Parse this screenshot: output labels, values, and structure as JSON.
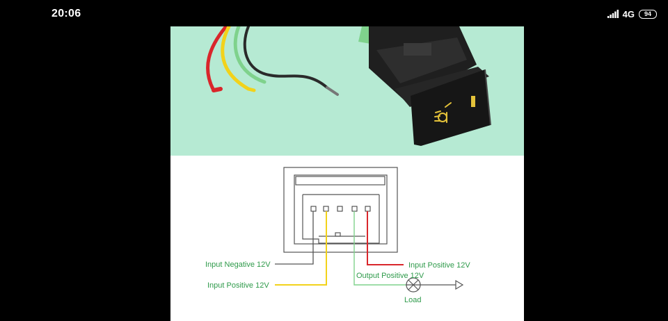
{
  "status_bar": {
    "time": "20:06",
    "network": "4G",
    "battery": "94"
  },
  "diagram": {
    "labels": {
      "input_negative": "Input Negative 12V",
      "input_positive_left": "Input Positive 12V",
      "input_positive_right": "Input Positive 12V",
      "output_positive": "Output Positive 12V",
      "load": "Load"
    },
    "colors": {
      "photo_background": "#b6ead3",
      "wire_red": "#d9262b",
      "wire_yellow": "#f2d21a",
      "wire_green": "#7fd28c",
      "wire_black": "#2a2a2a",
      "label_text": "#2e9a4a"
    },
    "icons": [
      "fog-light-icon"
    ]
  }
}
